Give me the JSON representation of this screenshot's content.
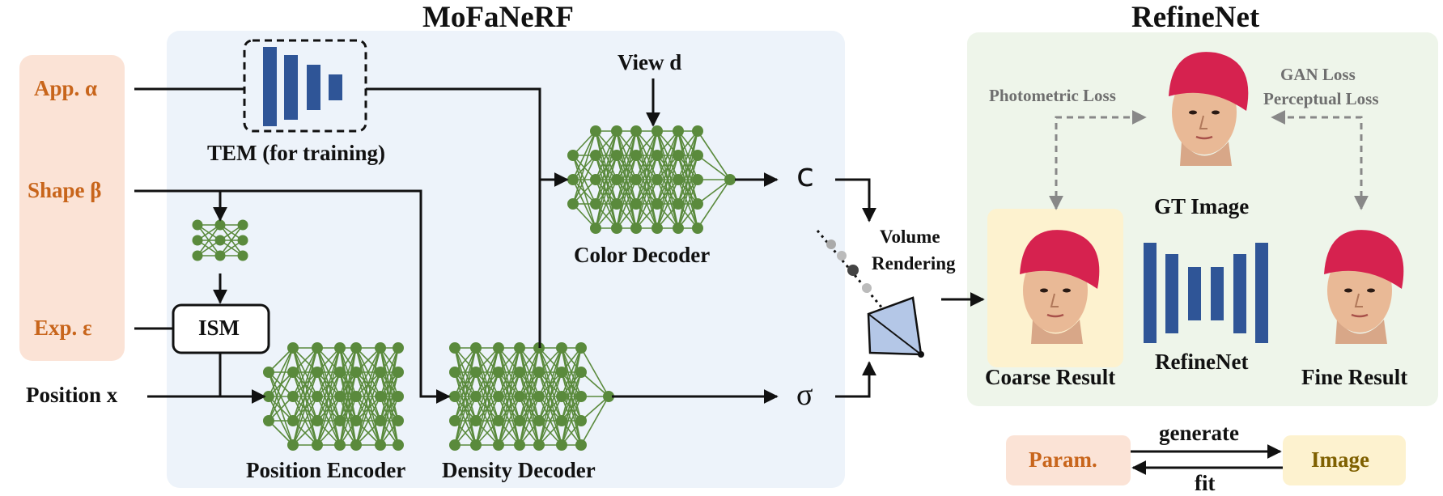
{
  "sections": {
    "mofanerf": "MoFaNeRF",
    "refinenet": "RefineNet"
  },
  "inputs": {
    "appearance": "App. α",
    "shape": "Shape β",
    "expression": "Exp. ε",
    "position": "Position x"
  },
  "modules": {
    "tem": "TEM (for training)",
    "ism": "ISM",
    "position_encoder": "Position Encoder",
    "density_decoder": "Density Decoder",
    "color_decoder": "Color Decoder",
    "view_direction": "View d",
    "volume_rendering": [
      "Volume",
      "Rendering"
    ]
  },
  "outputs": {
    "color": "c",
    "density": "σ"
  },
  "refine": {
    "gt_image": "GT Image",
    "coarse_result": "Coarse Result",
    "fine_result": "Fine Result",
    "network": "RefineNet",
    "photometric_loss": "Photometric Loss",
    "gan_loss": "GAN Loss",
    "perceptual_loss": "Perceptual Loss"
  },
  "legend": {
    "param": "Param.",
    "image": "Image",
    "generate": "generate",
    "fit": "fit"
  },
  "colors": {
    "mofanerf_panel": "#edf3fa",
    "input_panel": "#fbe3d6",
    "refine_panel": "#eef5ea",
    "coarse_panel": "#fdf2cf",
    "encoder_green": "#5a8a3c",
    "bar_blue": "#2f5597",
    "param_fill": "#fbe3d6",
    "image_fill": "#fdf2cf",
    "image_text": "#7f6000",
    "accent_orange": "#c8651b",
    "loss_gray": "#6f6f6f"
  }
}
